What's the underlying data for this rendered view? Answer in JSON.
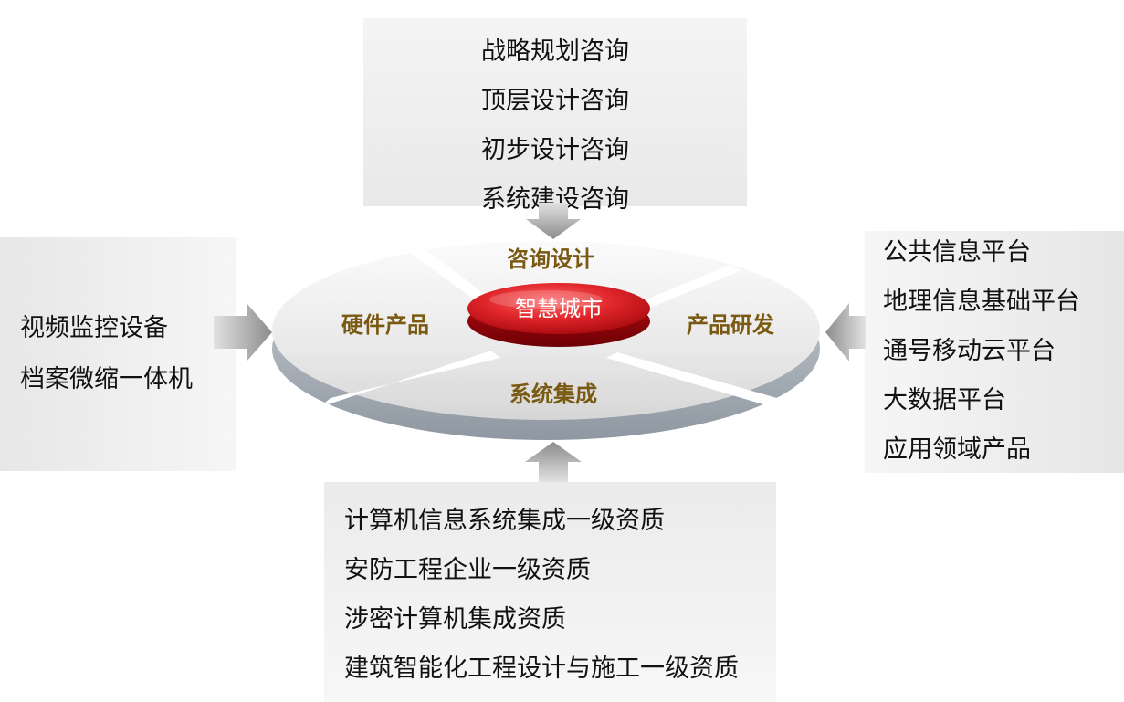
{
  "center": {
    "label": "智慧城市"
  },
  "segments": {
    "top": "咨询设计",
    "left": "硬件产品",
    "right": "产品研发",
    "bottom": "系统集成"
  },
  "consulting": {
    "items": [
      "战略规划咨询",
      "顶层设计咨询",
      "初步设计咨询",
      "系统建设咨询"
    ]
  },
  "hardware": {
    "items": [
      "视频监控设备",
      "档案微缩一体机"
    ]
  },
  "rnd": {
    "items": [
      "公共信息平台",
      "地理信息基础平台",
      "通号移动云平台",
      "大数据平台",
      "应用领域产品"
    ]
  },
  "integration": {
    "items": [
      "计算机信息系统集成一级资质",
      "安防工程企业一级资质",
      "涉密计算机集成资质",
      "建筑智能化工程设计与施工一级资质"
    ]
  },
  "colors": {
    "segment_text": "#7a5a12",
    "center_red": "#d8262b",
    "arrow": "#9a9a9a"
  }
}
